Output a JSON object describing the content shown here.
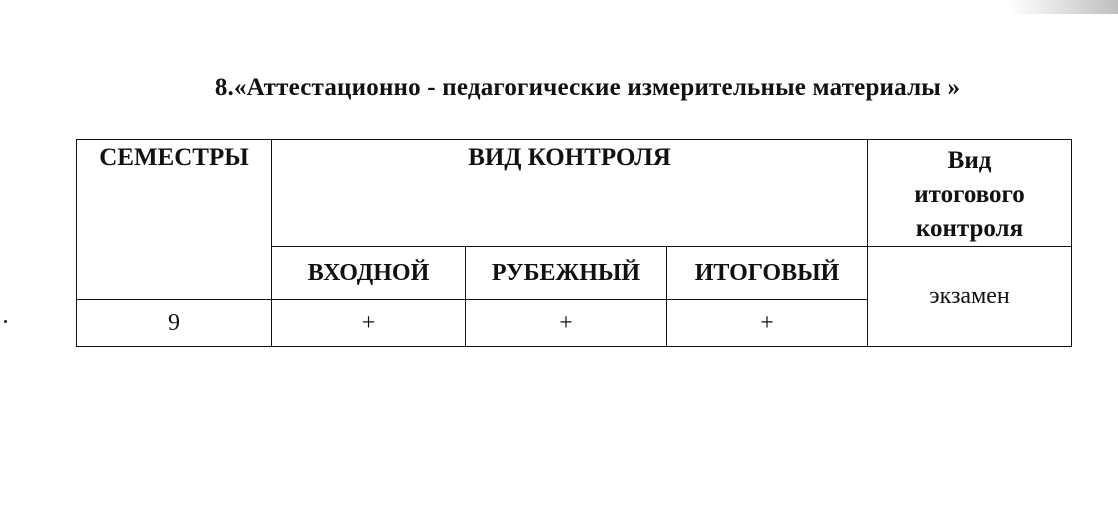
{
  "document": {
    "title": "8.«Аттестационно - педагогические измерительные материалы »"
  },
  "table": {
    "headers": {
      "semesters": "СЕМЕСТРЫ",
      "control_type": "ВИД КОНТРОЛЯ",
      "final_control_line1": "Вид",
      "final_control_line2": "итогового",
      "final_control_line3": "контроля"
    },
    "subheaders": [
      "ВХОДНОЙ",
      "РУБЕЖНЫЙ",
      "ИТОГОВЫЙ"
    ],
    "rows": [
      {
        "semester": "9",
        "entry": "+",
        "midterm": "+",
        "final": "+",
        "final_control": "экзамен"
      }
    ]
  }
}
